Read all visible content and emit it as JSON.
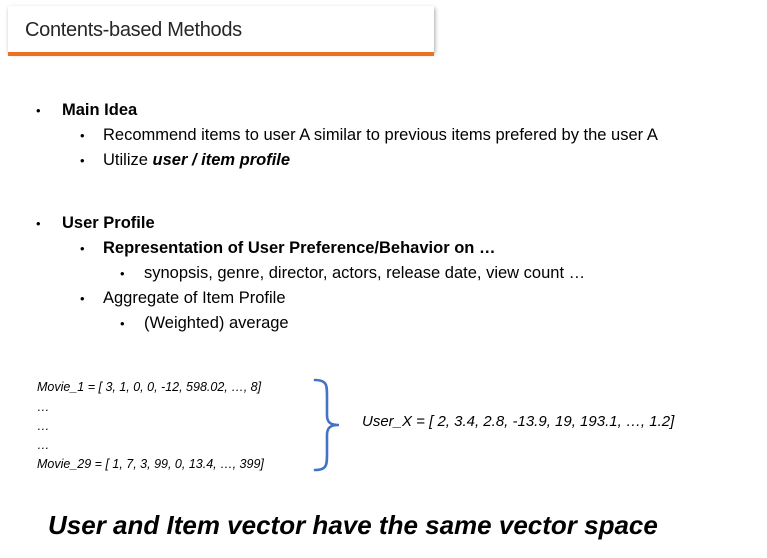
{
  "slide": {
    "title": "Contents-based Methods",
    "accent_color": "#ed7220",
    "main_idea": {
      "heading": "Main Idea",
      "point1": "Recommend items to user A similar to previous items prefered by the user A",
      "point2_prefix": "Utilize ",
      "point2_emph": "user / item profile"
    },
    "user_profile": {
      "heading": "User Profile",
      "point1": "Representation of User Preference/Behavior on …",
      "point1_sub": "synopsis, genre, director, actors, release date, view count …",
      "point2": "Aggregate of Item Profile",
      "point2_sub": "(Weighted) average"
    },
    "vectors": {
      "movie1": "Movie_1   = [ 3, 1, 0, 0, -12, 598.02, …, 8]",
      "ellipsis1": "…",
      "ellipsis2": "…",
      "ellipsis3": "…",
      "movie29": "Movie_29 = [ 1, 7, 3, 99, 0, 13.4, …, 399]",
      "user_x": "User_X   = [ 2, 3.4, 2.8, -13.9, 19, 193.1, …, 1.2]"
    },
    "conclusion": "User and Item vector have the same vector space"
  }
}
